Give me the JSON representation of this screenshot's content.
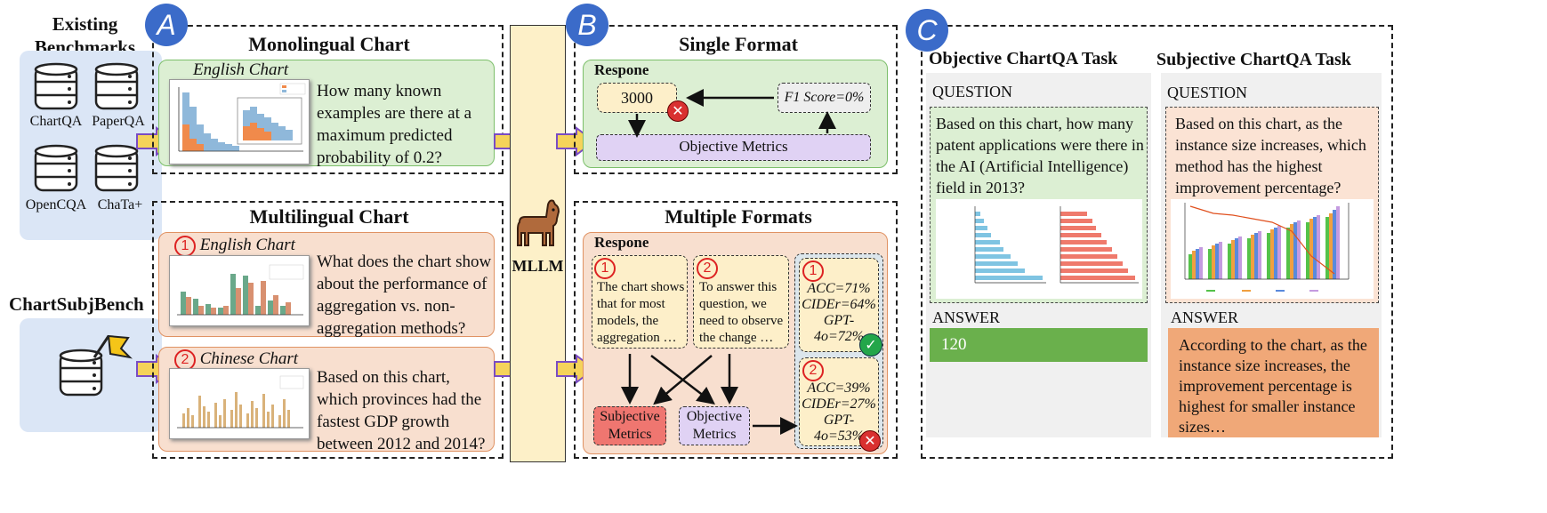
{
  "left": {
    "existing_title": "Existing\nBenchmarks",
    "datasets": [
      "ChartQA",
      "PaperQA",
      "OpenCQA",
      "ChaTa+"
    ],
    "subj_title": "ChartSubjBench"
  },
  "badges": {
    "a": "A",
    "b": "B",
    "c": "C"
  },
  "panel_a": {
    "mono_title": "Monolingual Chart",
    "english_chart_label": "English Chart",
    "mono_question": "How many known examples are there at a maximum predicted probability of 0.2?",
    "multi_title": "Multilingual Chart",
    "multi1_num": "1",
    "multi1_label": "English Chart",
    "multi1_question": "What does the chart show about the performance of aggregation vs. non-aggregation methods?",
    "multi2_num": "2",
    "multi2_label": "Chinese Chart",
    "multi2_question": "Based on this chart, which provinces had the fastest GDP growth between 2012 and 2014?"
  },
  "mllm": {
    "label": "MLLM"
  },
  "panel_b": {
    "single_title": "Single Format",
    "respone_label": "Respone",
    "answer_value": "3000",
    "f1_label": "F1 Score=0%",
    "objective_metrics": "Objective Metrics",
    "multi_title": "Multiple Formats",
    "respone_label2": "Respone",
    "resp1_num": "1",
    "resp1_text": "The chart shows that for most models, the aggregation …",
    "resp2_num": "2",
    "resp2_text": "To answer this question, we need to observe the change …",
    "score1_num": "1",
    "score1_lines": [
      "ACC=71%",
      "CIDEr=64%",
      "GPT-4o=72%"
    ],
    "score2_num": "2",
    "score2_lines": [
      "ACC=39%",
      "CIDEr=27%",
      "GPT-4o=53%"
    ],
    "subjective_metrics": "Subjective Metrics",
    "objective_metrics2": "Objective Metrics"
  },
  "panel_c": {
    "obj_title": "Objective ChartQA Task",
    "subj_title": "Subjective ChartQA Task",
    "question_label": "QUESTION",
    "answer_label": "ANSWER",
    "obj_question": "Based on this chart, how many patent applications were there in the AI (Artificial Intelligence) field in 2013?",
    "obj_answer": "120",
    "subj_question": "Based on this chart, as the instance size increases, which method has the highest improvement percentage?",
    "subj_answer": "According to the chart, as the instance size increases, the improvement percentage is highest for smaller instance sizes…"
  },
  "colors": {
    "badge": "#3b6bc9",
    "green_bg": "#dcefd3",
    "peach_bg": "#f8dfcf",
    "mllm_bg": "#fdf0c8",
    "answer_green": "#6ab04c",
    "answer_orange": "#f0a878"
  }
}
